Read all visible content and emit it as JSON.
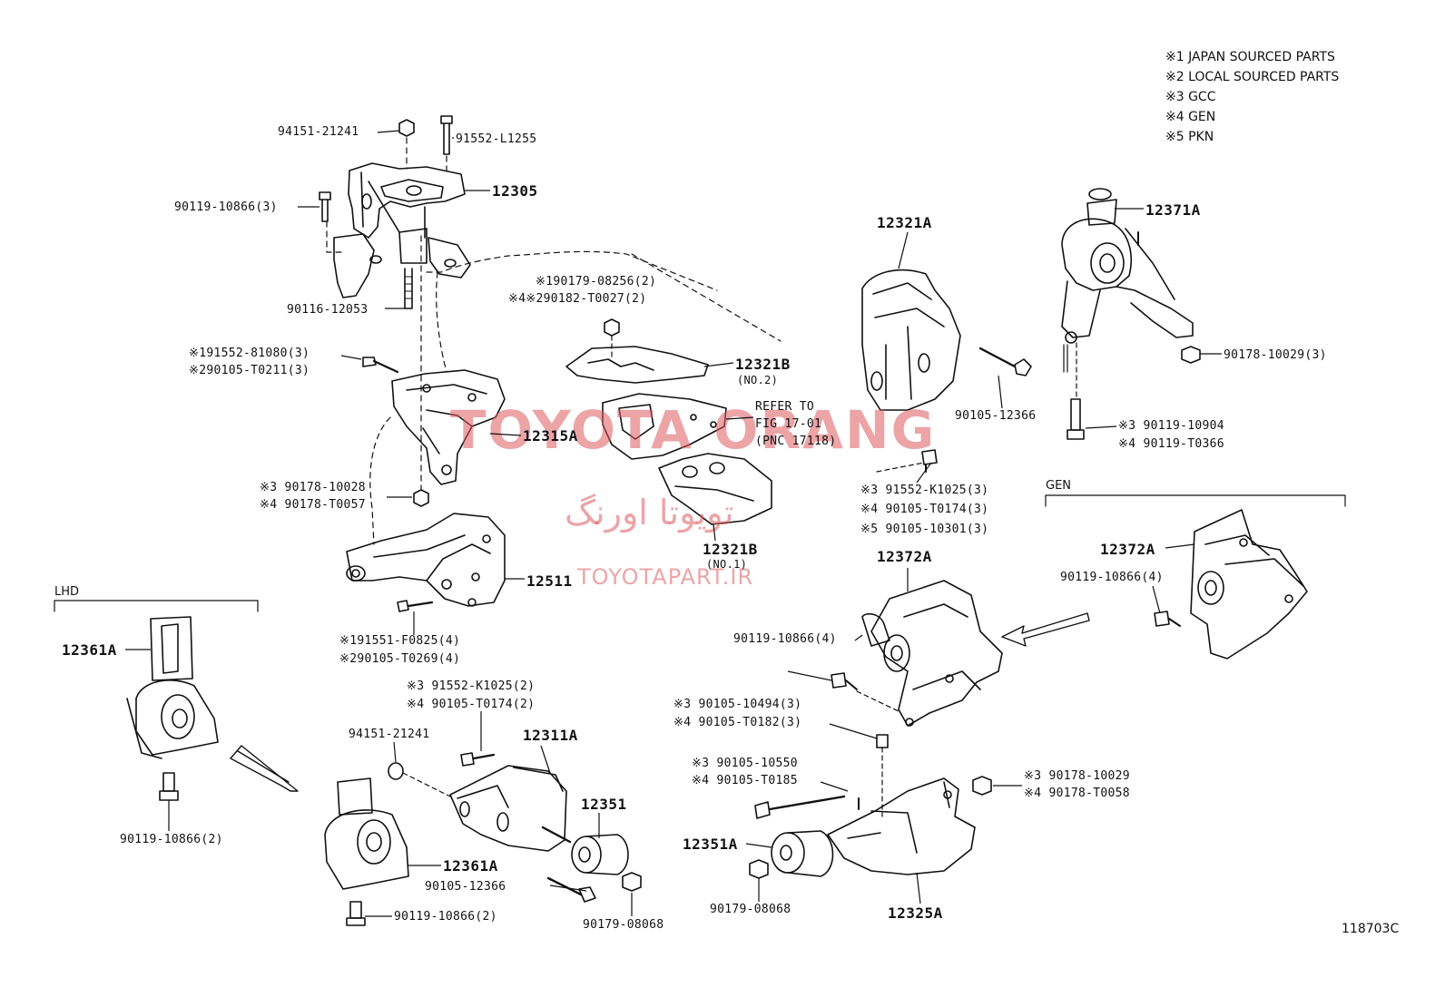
{
  "legend": [
    "※1 JAPAN SOURCED PARTS",
    "※2 LOCAL SOURCED PARTS",
    "※3 GCC",
    "※4 GEN",
    "※5 PKN"
  ],
  "groups": {
    "lhd": "LHD",
    "gen": "GEN"
  },
  "figure_number": "118703C",
  "watermark": {
    "brand": "TOYOTA ORANG",
    "persian": "تویوتا اورنگ",
    "site": "TOYOTAPART.IR"
  },
  "parts": {
    "p94151_top": "94151-21241",
    "p91552_l1255": "91552-L1255",
    "p12305": "12305",
    "p90119_10866_3": "90119-10866(3)",
    "p90116_12053": "90116-12053",
    "p91552_81080": "※191552-81080(3)",
    "p90105_t0211": "※290105-T0211(3)",
    "p12315a": "12315A",
    "p90178_10028": "※3 90178-10028",
    "p90178_t0057": "※4 90178-T0057",
    "p12511": "12511",
    "p91551_f0825": "※191551-F0825(4)",
    "p90105_t0269": "※290105-T0269(4)",
    "p90179_08256": "※190179-08256(2)",
    "p90182_t0027": "※4※290182-T0027(2)",
    "p12321b_no2": "12321B",
    "p12321b_no2_sub": "(NO.2)",
    "refer_1": "REFER TO",
    "refer_2": "FIG 17-01",
    "refer_3": "(PNC 17118)",
    "p12321b_no1": "12321B",
    "p12321b_no1_sub": "(NO.1)",
    "p12321a": "12321A",
    "p90105_12366_r": "90105-12366",
    "p91552_k1025_3": "※3 91552-K1025(3)",
    "p90105_t0174_3": "※4 90105-T0174(3)",
    "p90105_10301_3": "※5 90105-10301(3)",
    "p12371a": "12371A",
    "p90178_10029_3": "90178-10029(3)",
    "p90119_10904": "※3 90119-10904",
    "p90119_t0366": "※4 90119-T0366",
    "p12361a_lhd": "12361A",
    "p90119_10866_2_lhd": "90119-10866(2)",
    "p91552_k1025_2": "※3 91552-K1025(2)",
    "p90105_t0174_2": "※4 90105-T0174(2)",
    "p94151_mid": "94151-21241",
    "p12311a": "12311A",
    "p12351": "12351",
    "p12361a": "12361A",
    "p90105_12366_b": "90105-12366",
    "p90119_10866_2_b": "90119-10866(2)",
    "p90179_08068_b": "90179-08068",
    "p12372a": "12372A",
    "p90119_10866_4_mid": "90119-10866(4)",
    "p90105_10494": "※3 90105-10494(3)",
    "p90105_t0182": "※4 90105-T0182(3)",
    "p90105_10550": "※3 90105-10550",
    "p90105_t0185": "※4 90105-T0185",
    "p90178_10029": "※3 90178-10029",
    "p90178_t0058": "※4 90178-T0058",
    "p12351a": "12351A",
    "p90179_08068_r": "90179-08068",
    "p12325a": "12325A",
    "p12372a_gen": "12372A",
    "p90119_10866_4_gen": "90119-10866(4)"
  }
}
